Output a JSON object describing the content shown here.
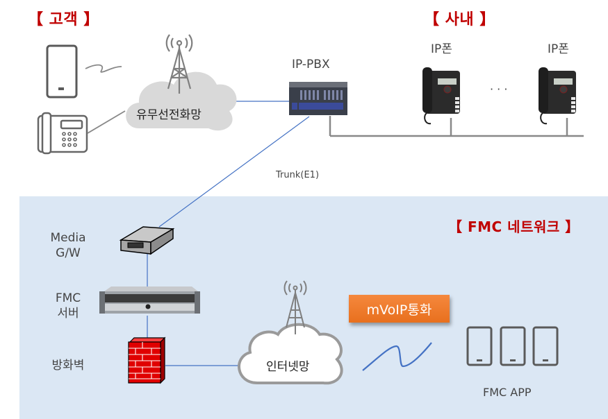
{
  "diagram": {
    "sections": {
      "customer": "【 고객 】",
      "internal": "【 사내 】",
      "fmc_network": "【 FMC 네트워크 】"
    },
    "nodes": {
      "pstn_cloud": "유무선전화망",
      "ip_pbx": "IP-PBX",
      "ip_phone_1": "IP폰",
      "ip_phone_2": "IP폰",
      "ellipsis": "· · ·",
      "media_gw_line1": "Media",
      "media_gw_line2": "G/W",
      "fmc_server_line1": "FMC",
      "fmc_server_line2": "서버",
      "firewall": "방화벽",
      "internet_cloud": "인터넷망",
      "fmc_app": "FMC APP"
    },
    "links": {
      "trunk": "Trunk(E1)",
      "mvoip": "mVoIP통화"
    },
    "colors": {
      "section_title": "#c00000",
      "panel_bg": "#dbe7f4",
      "link_blue": "#4472c4",
      "link_gray": "#808080",
      "mvoip_orange": "#ee7b2b",
      "firewall_red": "#e00000"
    }
  }
}
